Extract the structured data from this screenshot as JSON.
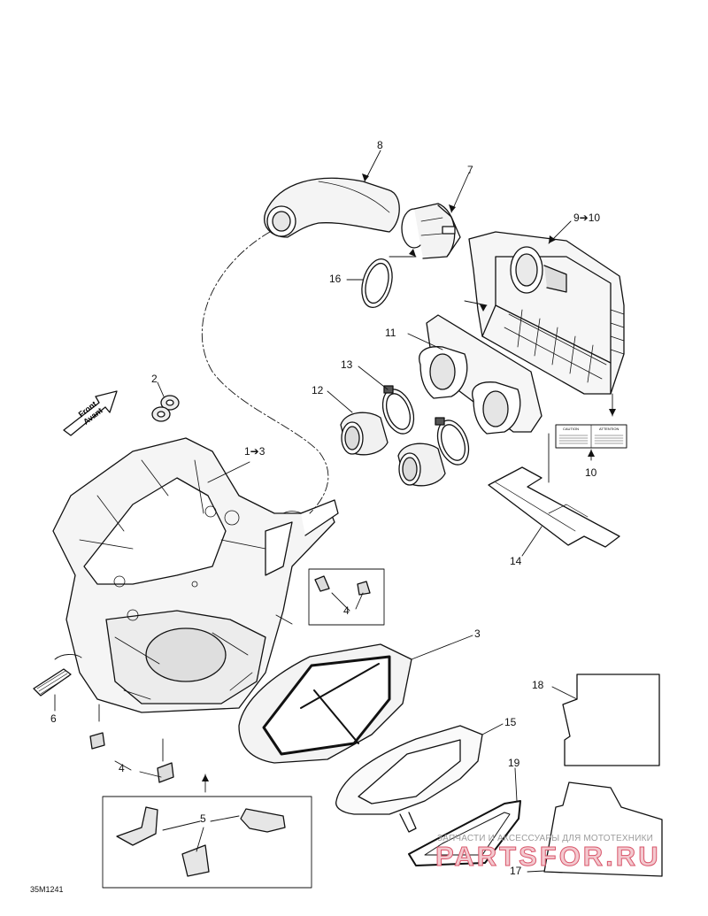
{
  "callouts": {
    "c8": "8",
    "c7": "7",
    "c9_10": "9➔10",
    "c16": "16",
    "c11": "11",
    "c13": "13",
    "c12": "12",
    "c2": "2",
    "c1_3": "1➔3",
    "c10": "10",
    "c14": "14",
    "c4_top": "4",
    "c3": "3",
    "c6": "6",
    "c15": "15",
    "c18": "18",
    "c4_bottom": "4",
    "c19": "19",
    "c5": "5",
    "c17": "17"
  },
  "front_arrow": {
    "line1": "Front",
    "line2": "Avant"
  },
  "decal": {
    "left_title": "CAUTION",
    "right_title": "ATTENTION"
  },
  "reference_code": "35M1241",
  "watermark": {
    "tagline": "ЗАПЧАСТИ И АКСЕССУАРЫ ДЛЯ МОТОТЕХНИКИ",
    "brand": "PARTSFOR.RU"
  }
}
